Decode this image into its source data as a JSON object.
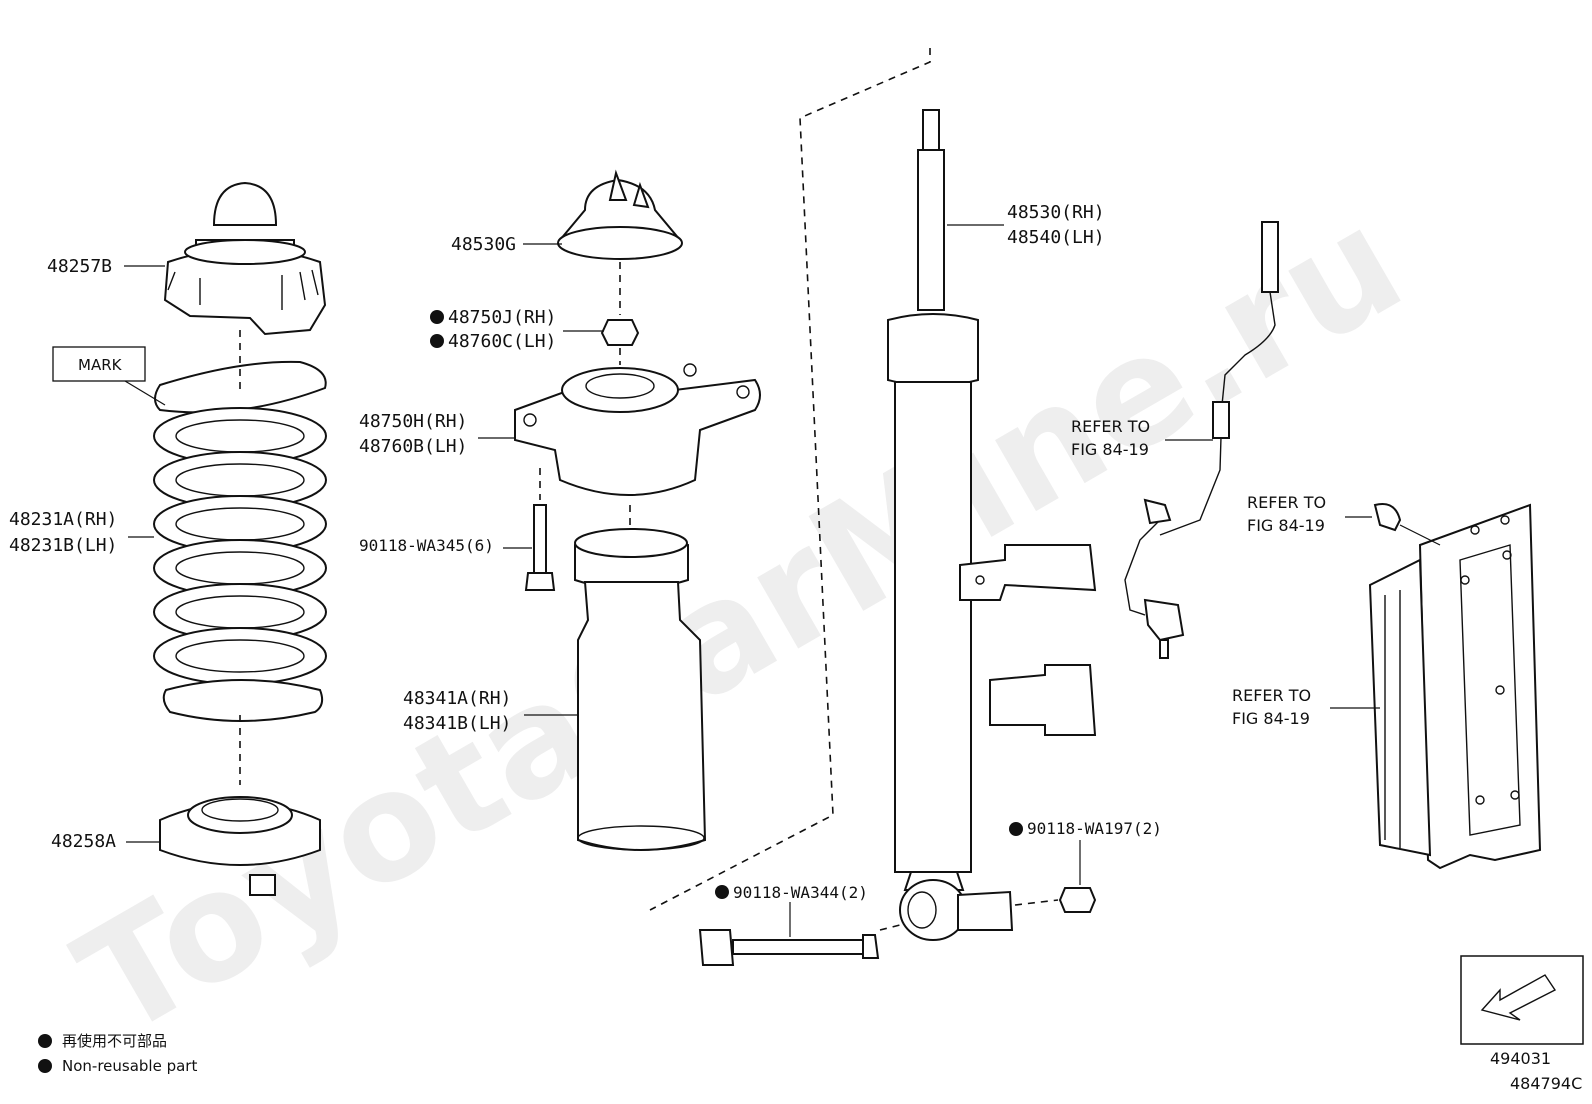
{
  "watermark": "ToyotaCarMine.ru",
  "labels": {
    "p48257b": "48257B",
    "mark": "MARK",
    "p48231a": "48231A(RH)",
    "p48231b": "48231B(LH)",
    "p48258a": "48258A",
    "p48530g": "48530G",
    "p48750j": "48750J(RH)",
    "p48760c": "48760C(LH)",
    "p48750h": "48750H(RH)",
    "p48760b": "48760B(LH)",
    "p90118_wa345": "90118-WA345(6)",
    "p48341a": "48341A(RH)",
    "p48341b": "48341B(LH)",
    "p48530": "48530(RH)",
    "p48540": "48540(LH)",
    "p90118_wa344": "90118-WA344(2)",
    "p90118_wa197": "90118-WA197(2)"
  },
  "refers": [
    {
      "line1": "REFER TO",
      "line2": "FIG 84-19"
    },
    {
      "line1": "REFER TO",
      "line2": "FIG 84-19"
    },
    {
      "line1": "REFER TO",
      "line2": "FIG 84-19"
    }
  ],
  "legend": {
    "line1": "再使用不可部品",
    "line2": "Non-reusable part"
  },
  "codes": {
    "illustration": "494031",
    "diagram": "484794C"
  },
  "icons": {
    "non_reusable_marker": "filled-circle-icon",
    "orientation_arrow": "arrow-icon"
  }
}
